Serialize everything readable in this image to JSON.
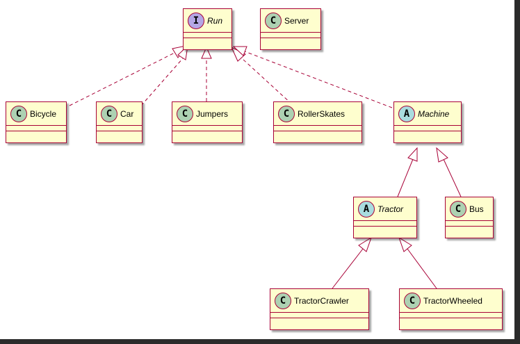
{
  "colors": {
    "interface_badge": "#b4a7e5",
    "abstract_badge": "#a9dcdf",
    "class_badge": "#add1b2",
    "class_fill": "#fefece",
    "border": "#a80036"
  },
  "classes": {
    "run": {
      "badge": "I",
      "name": "Run"
    },
    "server": {
      "badge": "C",
      "name": "Server"
    },
    "bicycle": {
      "badge": "C",
      "name": "Bicycle"
    },
    "car": {
      "badge": "C",
      "name": "Car"
    },
    "jumpers": {
      "badge": "C",
      "name": "Jumpers"
    },
    "rollerskates": {
      "badge": "C",
      "name": "RollerSkates"
    },
    "machine": {
      "badge": "A",
      "name": "Machine"
    },
    "tractor": {
      "badge": "A",
      "name": "Tractor"
    },
    "bus": {
      "badge": "C",
      "name": "Bus"
    },
    "tractorcrawler": {
      "badge": "C",
      "name": "TractorCrawler"
    },
    "tractorwheeled": {
      "badge": "C",
      "name": "TractorWheeled"
    }
  },
  "relations": [
    {
      "from": "Bicycle",
      "to": "Run",
      "type": "realization"
    },
    {
      "from": "Car",
      "to": "Run",
      "type": "realization"
    },
    {
      "from": "Jumpers",
      "to": "Run",
      "type": "realization"
    },
    {
      "from": "RollerSkates",
      "to": "Run",
      "type": "realization"
    },
    {
      "from": "Machine",
      "to": "Run",
      "type": "realization"
    },
    {
      "from": "Tractor",
      "to": "Machine",
      "type": "generalization"
    },
    {
      "from": "Bus",
      "to": "Machine",
      "type": "generalization"
    },
    {
      "from": "TractorCrawler",
      "to": "Tractor",
      "type": "generalization"
    },
    {
      "from": "TractorWheeled",
      "to": "Tractor",
      "type": "generalization"
    }
  ]
}
